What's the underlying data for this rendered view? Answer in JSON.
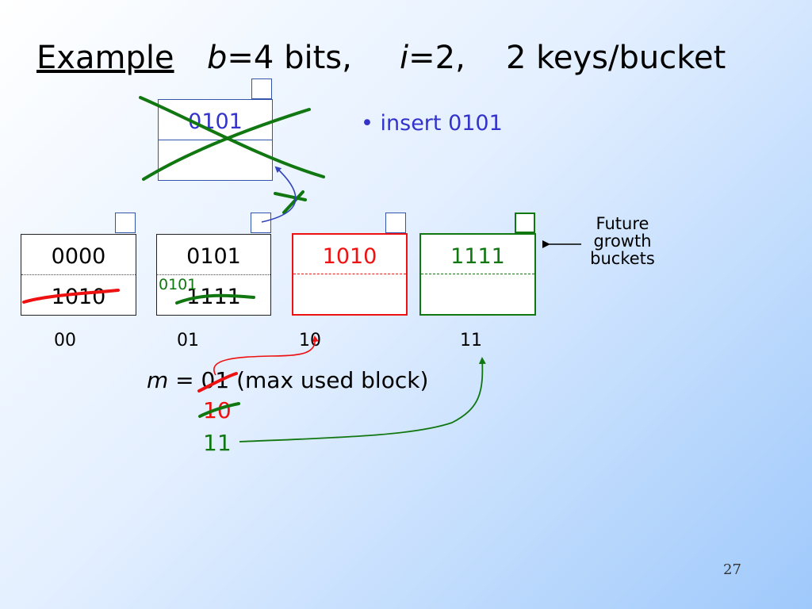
{
  "title": {
    "example": "Example",
    "b_var": "b",
    "b_eq": "=4 bits,",
    "i_var": "i",
    "i_eq": " =2,",
    "keys": "2 keys/bucket"
  },
  "bullet": "• insert 0101",
  "old_bucket": {
    "key": "0101"
  },
  "buckets": [
    {
      "label": "00",
      "key1": "0000",
      "key2": "1010"
    },
    {
      "label": "01",
      "key1": "0101",
      "key2": "1111",
      "note": "0101"
    },
    {
      "label": "10",
      "key1": "1010"
    },
    {
      "label": "11",
      "key1": "1111"
    }
  ],
  "future_note": {
    "line1": "Future",
    "line2": "growth",
    "line3": "buckets"
  },
  "m_text": {
    "var": "m",
    "eq": " = ",
    "old": "01",
    "rest": " (max used block)",
    "v2": "10",
    "v3": "11"
  },
  "page_number": "27",
  "colors": {
    "title": "#000000",
    "bullet": "#3333cc",
    "red": "#ee1111",
    "green": "#117711",
    "strike_green": "#117711",
    "strike_red": "#ee1111",
    "arrow_blue": "#3344bb",
    "bucket_border": "#3355aa"
  }
}
